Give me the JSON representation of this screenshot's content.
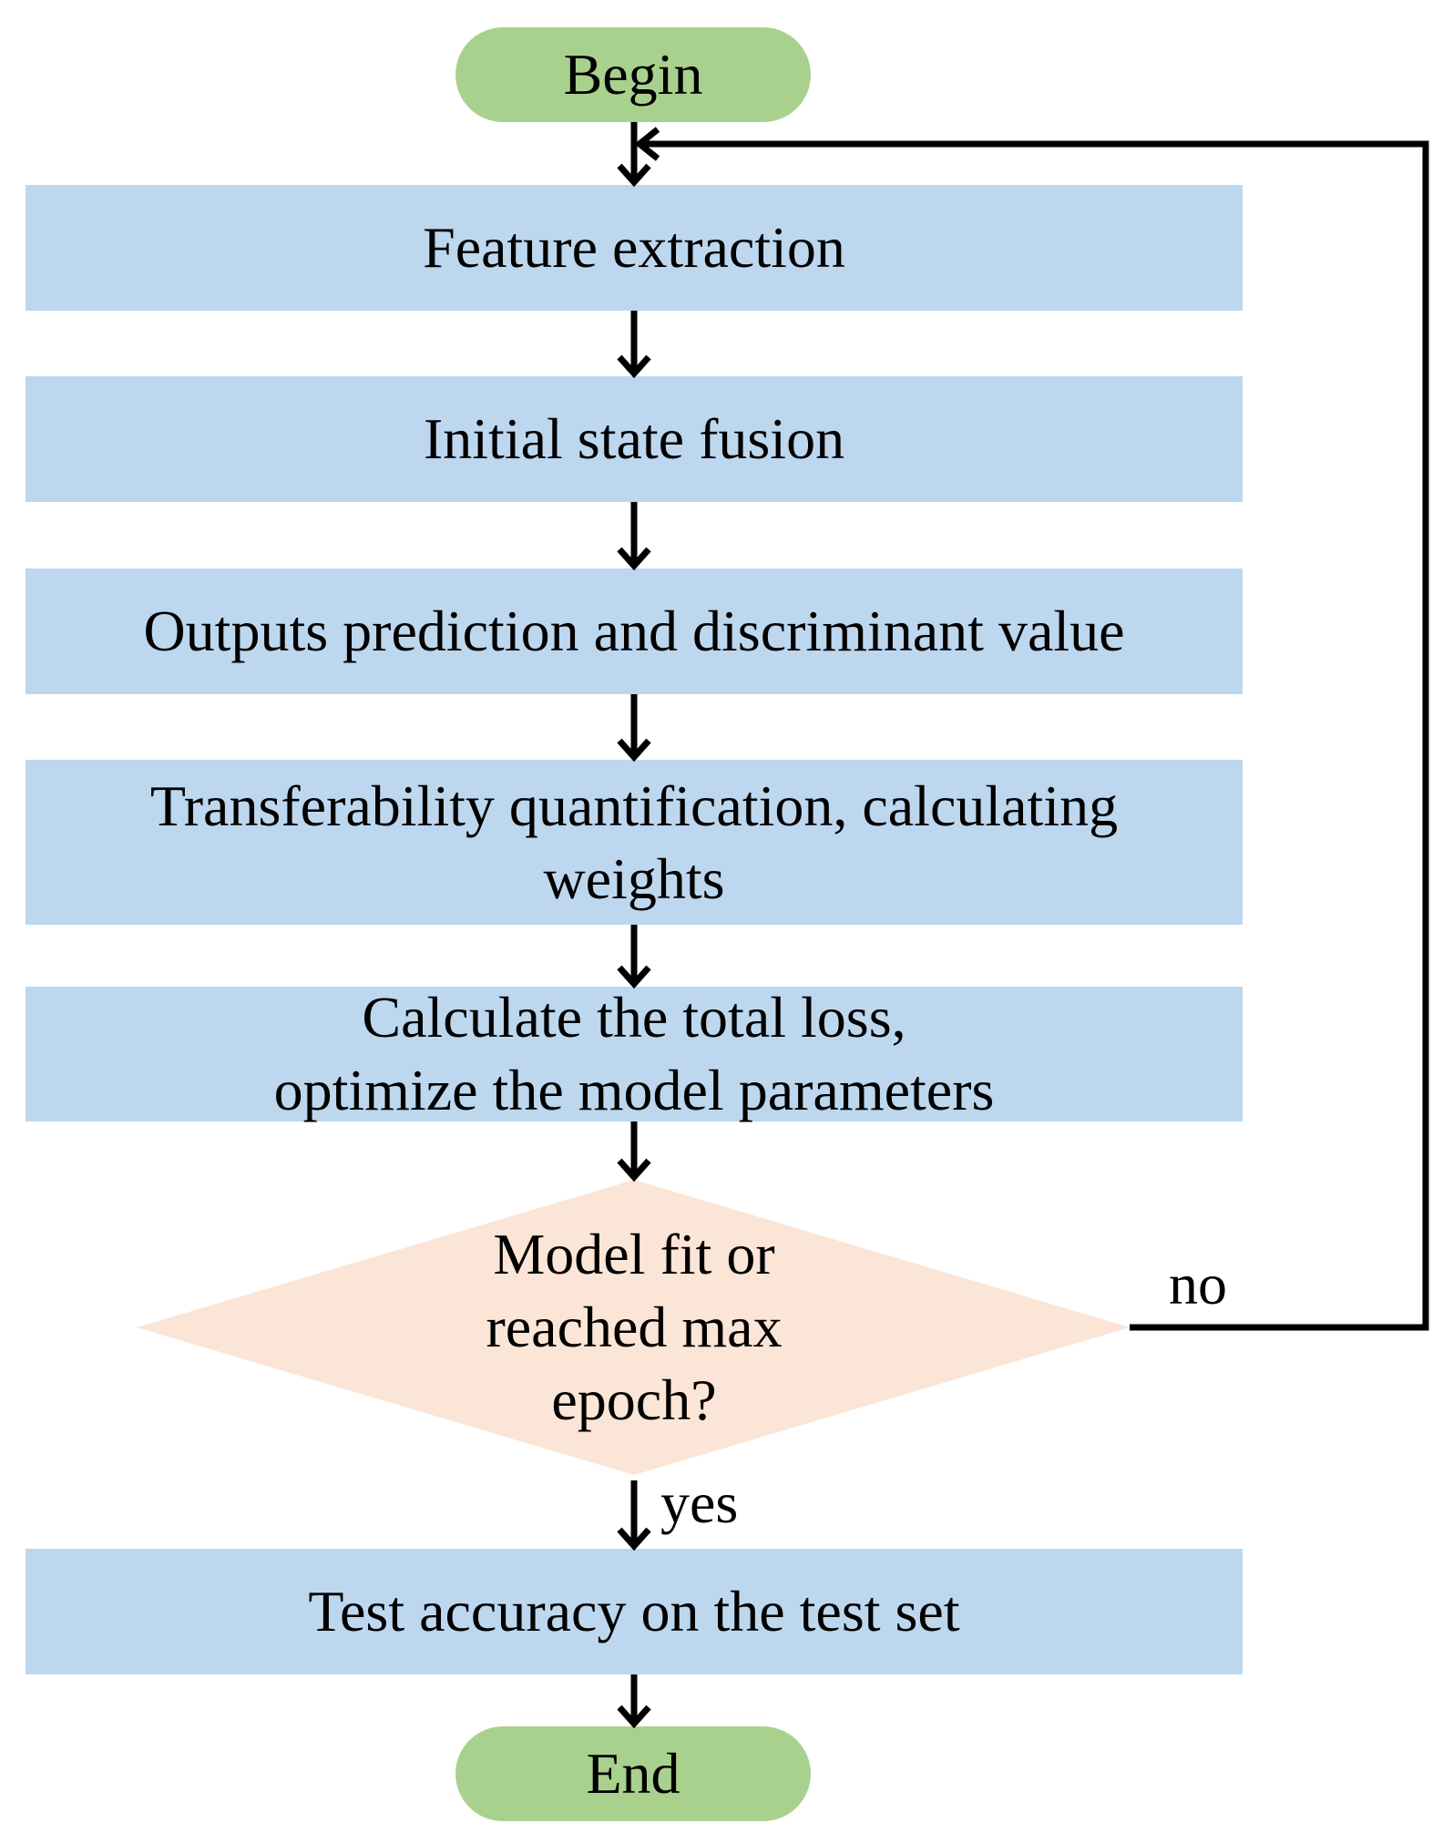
{
  "colors": {
    "terminal_fill": "#a9d18e",
    "process_fill": "#bdd7ee",
    "decision_fill": "#fbe5d6",
    "line": "#000000"
  },
  "nodes": {
    "begin": {
      "text": "Begin"
    },
    "feature_extraction": {
      "text": "Feature extraction"
    },
    "initial_state_fusion": {
      "text": "Initial state fusion"
    },
    "outputs_prediction": {
      "text": "Outputs prediction and discriminant value"
    },
    "transferability": {
      "lines": [
        "Transferability quantification, calculating",
        "weights"
      ]
    },
    "total_loss": {
      "lines": [
        "Calculate the total loss,",
        "optimize the model parameters"
      ]
    },
    "decision": {
      "lines": [
        "Model fit or",
        "reached max",
        "epoch?"
      ]
    },
    "test_accuracy": {
      "text": "Test accuracy on the test set"
    },
    "end": {
      "text": "End"
    }
  },
  "edge_labels": {
    "no": "no",
    "yes": "yes"
  }
}
